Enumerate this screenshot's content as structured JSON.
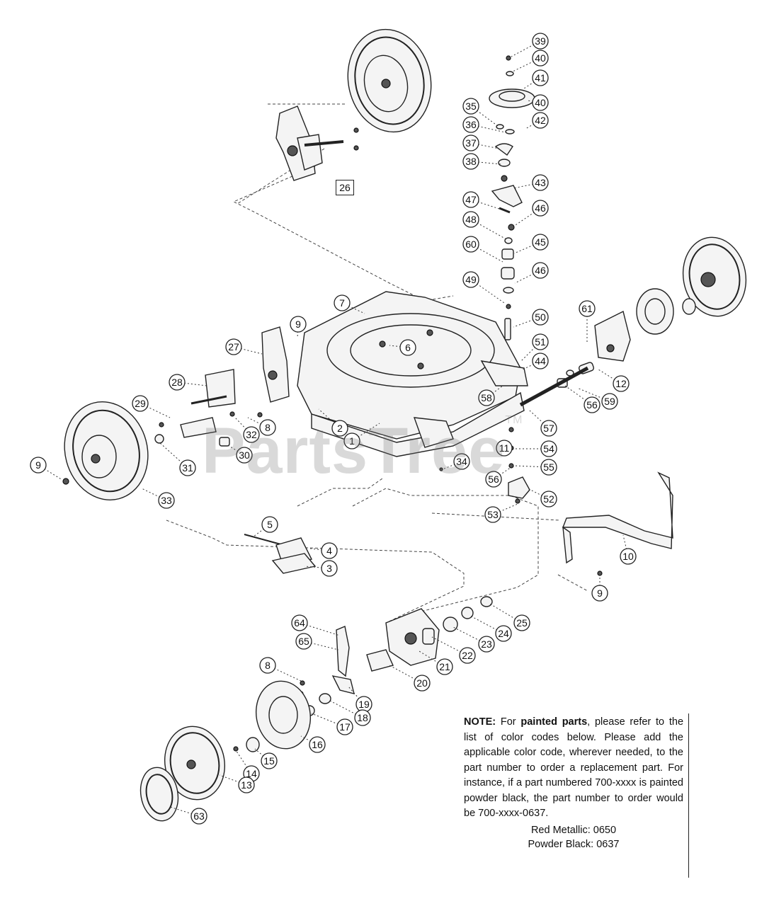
{
  "diagram": {
    "watermark": "PartsTree",
    "watermark_tm": "TM",
    "boxed_label": "26",
    "callouts": [
      "39",
      "40",
      "41",
      "40",
      "42",
      "35",
      "36",
      "37",
      "38",
      "43",
      "47",
      "46",
      "48",
      "45",
      "60",
      "46",
      "49",
      "50",
      "7",
      "9",
      "61",
      "6",
      "51",
      "44",
      "12",
      "27",
      "58",
      "59",
      "56",
      "28",
      "57",
      "29",
      "8",
      "32",
      "2",
      "1",
      "11",
      "54",
      "30",
      "31",
      "34",
      "55",
      "56",
      "9",
      "52",
      "53",
      "33",
      "10",
      "5",
      "4",
      "3",
      "9",
      "25",
      "24",
      "23",
      "22",
      "64",
      "65",
      "21",
      "20",
      "8",
      "19",
      "18",
      "17",
      "16",
      "15",
      "14",
      "13",
      "63"
    ]
  },
  "note": {
    "label": "NOTE:",
    "text_1": " For ",
    "bold_phrase": "painted parts",
    "text_2": ", please refer to the list of color codes below. Please add the applicable color code, wherever needed, to the part number to order a replacement part. For instance, if a part numbered 700-xxxx is painted powder black, the part number to order would be 700-xxxx-0637.",
    "codes": [
      "Red Metallic: 0650",
      "Powder Black: 0637"
    ]
  }
}
